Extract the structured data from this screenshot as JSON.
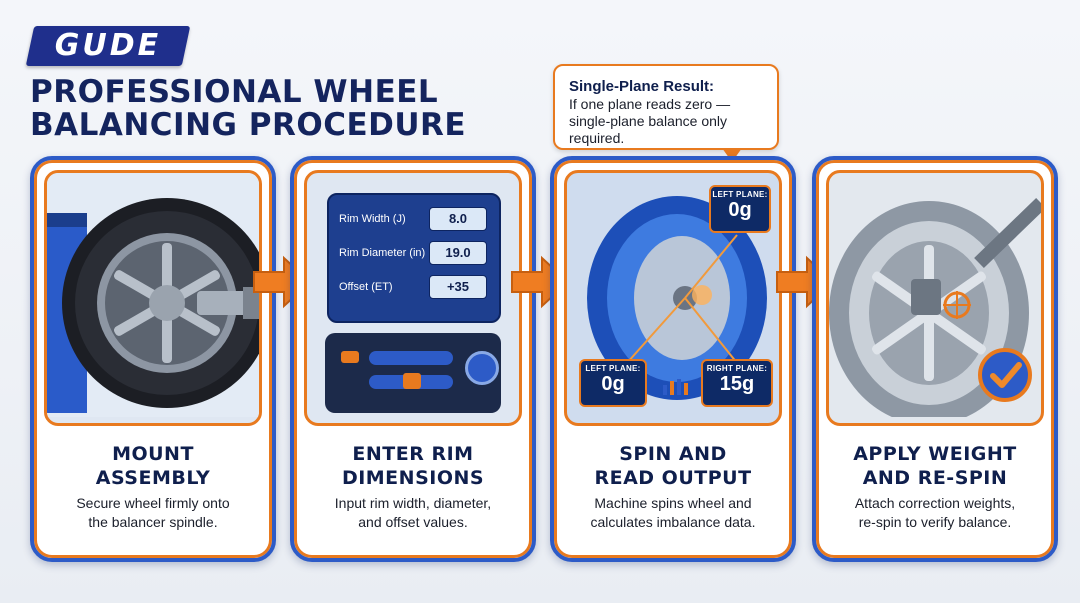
{
  "brand": {
    "logo_text": "GUDE"
  },
  "title": {
    "line1": "PROFESSIONAL WHEEL",
    "line2": "BALANCING PROCEDURE"
  },
  "callout": {
    "title": "Single-Plane Result:",
    "body": "If one plane reads zero — single-plane balance only required."
  },
  "steps": [
    {
      "heading_line1": "MOUNT",
      "heading_line2": "ASSEMBLY",
      "desc_line1": "Secure wheel firmly onto",
      "desc_line2": "the balancer spindle.",
      "image_icon": "tire-on-spindle-icon"
    },
    {
      "heading_line1": "ENTER RIM",
      "heading_line2": "DIMENSIONS",
      "desc_line1": "Input rim width, diameter,",
      "desc_line2": "and offset values.",
      "image_icon": "balancer-control-panel-icon",
      "fields": [
        {
          "label": "Rim Width (J)",
          "value": "8.0"
        },
        {
          "label": "Rim Diameter (in)",
          "value": "19.0"
        },
        {
          "label": "Offset (ET)",
          "value": "+35"
        }
      ]
    },
    {
      "heading_line1": "SPIN AND",
      "heading_line2": "READ OUTPUT",
      "desc_line1": "Machine spins wheel and",
      "desc_line2": "calculates imbalance data.",
      "image_icon": "spinning-wheel-icon",
      "readouts": {
        "top": {
          "label": "LEFT PLANE:",
          "value": "0g"
        },
        "left": {
          "label": "LEFT PLANE:",
          "value": "0g"
        },
        "right": {
          "label": "RIGHT PLANE:",
          "value": "15g"
        }
      }
    },
    {
      "heading_line1": "APPLY WEIGHT",
      "heading_line2": "AND RE-SPIN",
      "desc_line1": "Attach correction weights,",
      "desc_line2": "re-spin to verify balance.",
      "image_icon": "weight-application-icon"
    }
  ],
  "colors": {
    "navy": "#14245e",
    "blue": "#2d5bc7",
    "orange": "#e87a1f",
    "panel": "#1e3f8f"
  }
}
